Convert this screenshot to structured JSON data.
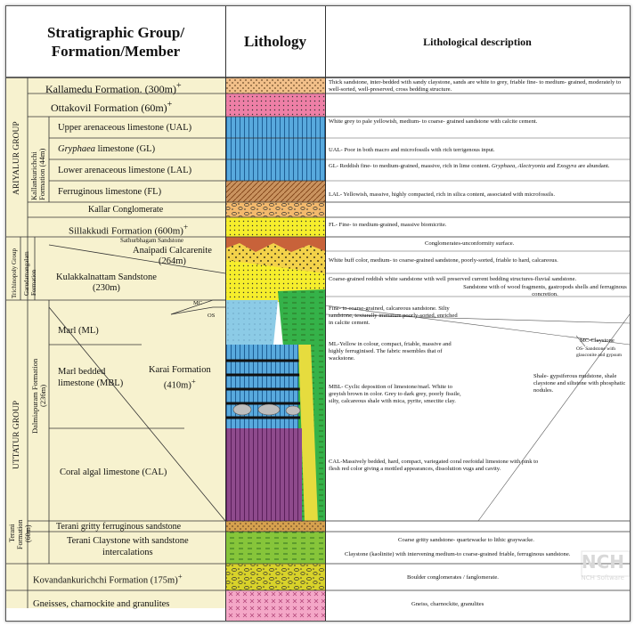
{
  "headers": {
    "stratigraphy_line1": "Stratigraphic Group/",
    "stratigraphy_line2": "Formation/Member",
    "lithology": "Lithology",
    "description": "Lithological description"
  },
  "groups": {
    "ariyalur": "ARIYALUR GROUP",
    "kallankurichchi": "Kallankurichchi",
    "kallankurichchi_thickness": "Formation (44m)",
    "trichinopoly": "Trichinopoly Group",
    "garudamangalam": "Garudamangalam",
    "garudamangalam_sub": "Formation",
    "uttatur": "UTTATUR GROUP",
    "dalmiapuram": "Dalmiapuram Formation",
    "dalmiapuram_thickness": "(236m)",
    "terani": "Terani",
    "terani_formation": "Formation",
    "terani_thickness": "(60m)"
  },
  "units": {
    "kallamedu": "Kallamedu Formation. (300m)",
    "ottakovil": "Ottakovil Formation (60m)",
    "ual": "Upper arenaceous limestone (UAL)",
    "gl_italic": "Gryphaea",
    "gl_rest": " limestone (GL)",
    "lal": "Lower arenaceous limestone (LAL)",
    "fl": "Ferruginous limestone (FL)",
    "kallar": "Kallar Conglomerate",
    "sillakkudi": "Sillakkudi Formation (600m)",
    "sathurbhagam": "Sathurbhagam Sandstone",
    "anaipadi_1": "Anaipadi Calcarenite",
    "anaipadi_2": "(264m)",
    "kulakkalnattam_1": "Kulakkalnattam Sandstone",
    "kulakkalnattam_2": "(230m)",
    "marl": "Marl (ML)",
    "mbl_1": "Marl bedded",
    "mbl_2": "limestone (MBL)",
    "karai_1": "Karai Formation",
    "karai_2": "(410m)",
    "cal": "Coral algal limestone (CAL)",
    "terani_gritty": "Terani gritty ferruginous sandstone",
    "terani_clay_1": "Terani Claystone with sandstone",
    "terani_clay_2": "intercalations",
    "kovandankurichchi": "Kovandankurichchi Formation (175m)",
    "gneisses": "Gneisses, charnockite and granulites",
    "mc": "MC",
    "os": "OS",
    "dagger": "+"
  },
  "descriptions": {
    "kallamedu": "Thick sandstone, inter-bedded with sandy claystone, sands are white to grey, friable fine- to medium- grained, moderately to well-sorted, well-preserved, cross bedding structure.",
    "ottakovil": "White grey to pale yellowish, medium- to coarse- grained sandstone with calcite cement.",
    "ual": "UAL- Poor in both macro and microfossils with rich terrigenous input.",
    "gl_1": "GL- Reddish fine- to medium-grained, massive, rich in lime content. ",
    "gl_2": "Gryphaea, Alectryonia",
    "gl_3": " and ",
    "gl_4": "Exogyra",
    "gl_5": " are abundant.",
    "lal": "LAL- Yellowish, massive, highly compacted, rich in silica content, associated with microfossils.",
    "fl": "FL- Fine- to medium-grained, massive biomicrite.",
    "conglomerates": "Conglomerates-unconformity surface.",
    "anaipadi": "White buff color, medium- to coarse-grained sandstone, poorly-sorted, friable to hard, calcareous.",
    "kulakkalnattam": "Coarse-grained reddish white sandstone with well preserved current bedding structures-fluvial sandstone.",
    "wood": "Sandstone with of wood fragments, gastropods shells and ferruginous concretion.",
    "karai_sand": "Fine- to coarse-grained, calcareous sandstone. Silty sandstone, texturally immature poorly-sorted, enriched in calcite cement.",
    "mc_claystone": "MC-Claystone",
    "os_sandstone": "OS- Sandstone with glauconite and gypsum",
    "ml": "ML-Yellow in colour, compact, friable, massive and highly ferruginised. The fabric resembles that of wackstone.",
    "shale": "Shale- gypsiferous mudstone, shale claystone and siltstone with phosphatic nodules.",
    "mbl": "MBL- Cyclic deposition of limestone/marl. White to greyish brown in color. Grey to dark grey, poorly fissile, silty, calcareous shale with mica, pyrite, smectite clay.",
    "cal": "CAL-Massively bedded, hard, compact, variegated coral reefoidal limestone with pink to flesh red color giving a mottled appearances, dissolution vugs and cavity.",
    "terani_gritty": "Coarse gritty sandstone- quartzwacke to lithic graywacke.",
    "terani_clay": "Claystone (kaolinite) with intervening medium-to coarse-grained friable, ferruginous sandstone.",
    "kovandankurichchi": "Boulder conglomerates / fanglomerate.",
    "gneisses": "Gneiss, charnockite, granulites"
  },
  "watermark": {
    "logo": "NCH",
    "text": "NCH Software"
  },
  "colors": {
    "panel": "#f7f2cf",
    "kallamedu": "#f2c08a",
    "ottakovil": "#ee7fa6",
    "ual_gl_lal": "#58a9dd",
    "fl": "#c9935f",
    "kallar": "#f3b96d",
    "sillakkudi": "#f6ee2c",
    "karai_green": "#35b249",
    "cal": "#8e4a8c",
    "terani_claystone": "#86c53a",
    "kovandankurichchi": "#d8d22a",
    "gneiss": "#f4a7c7"
  }
}
